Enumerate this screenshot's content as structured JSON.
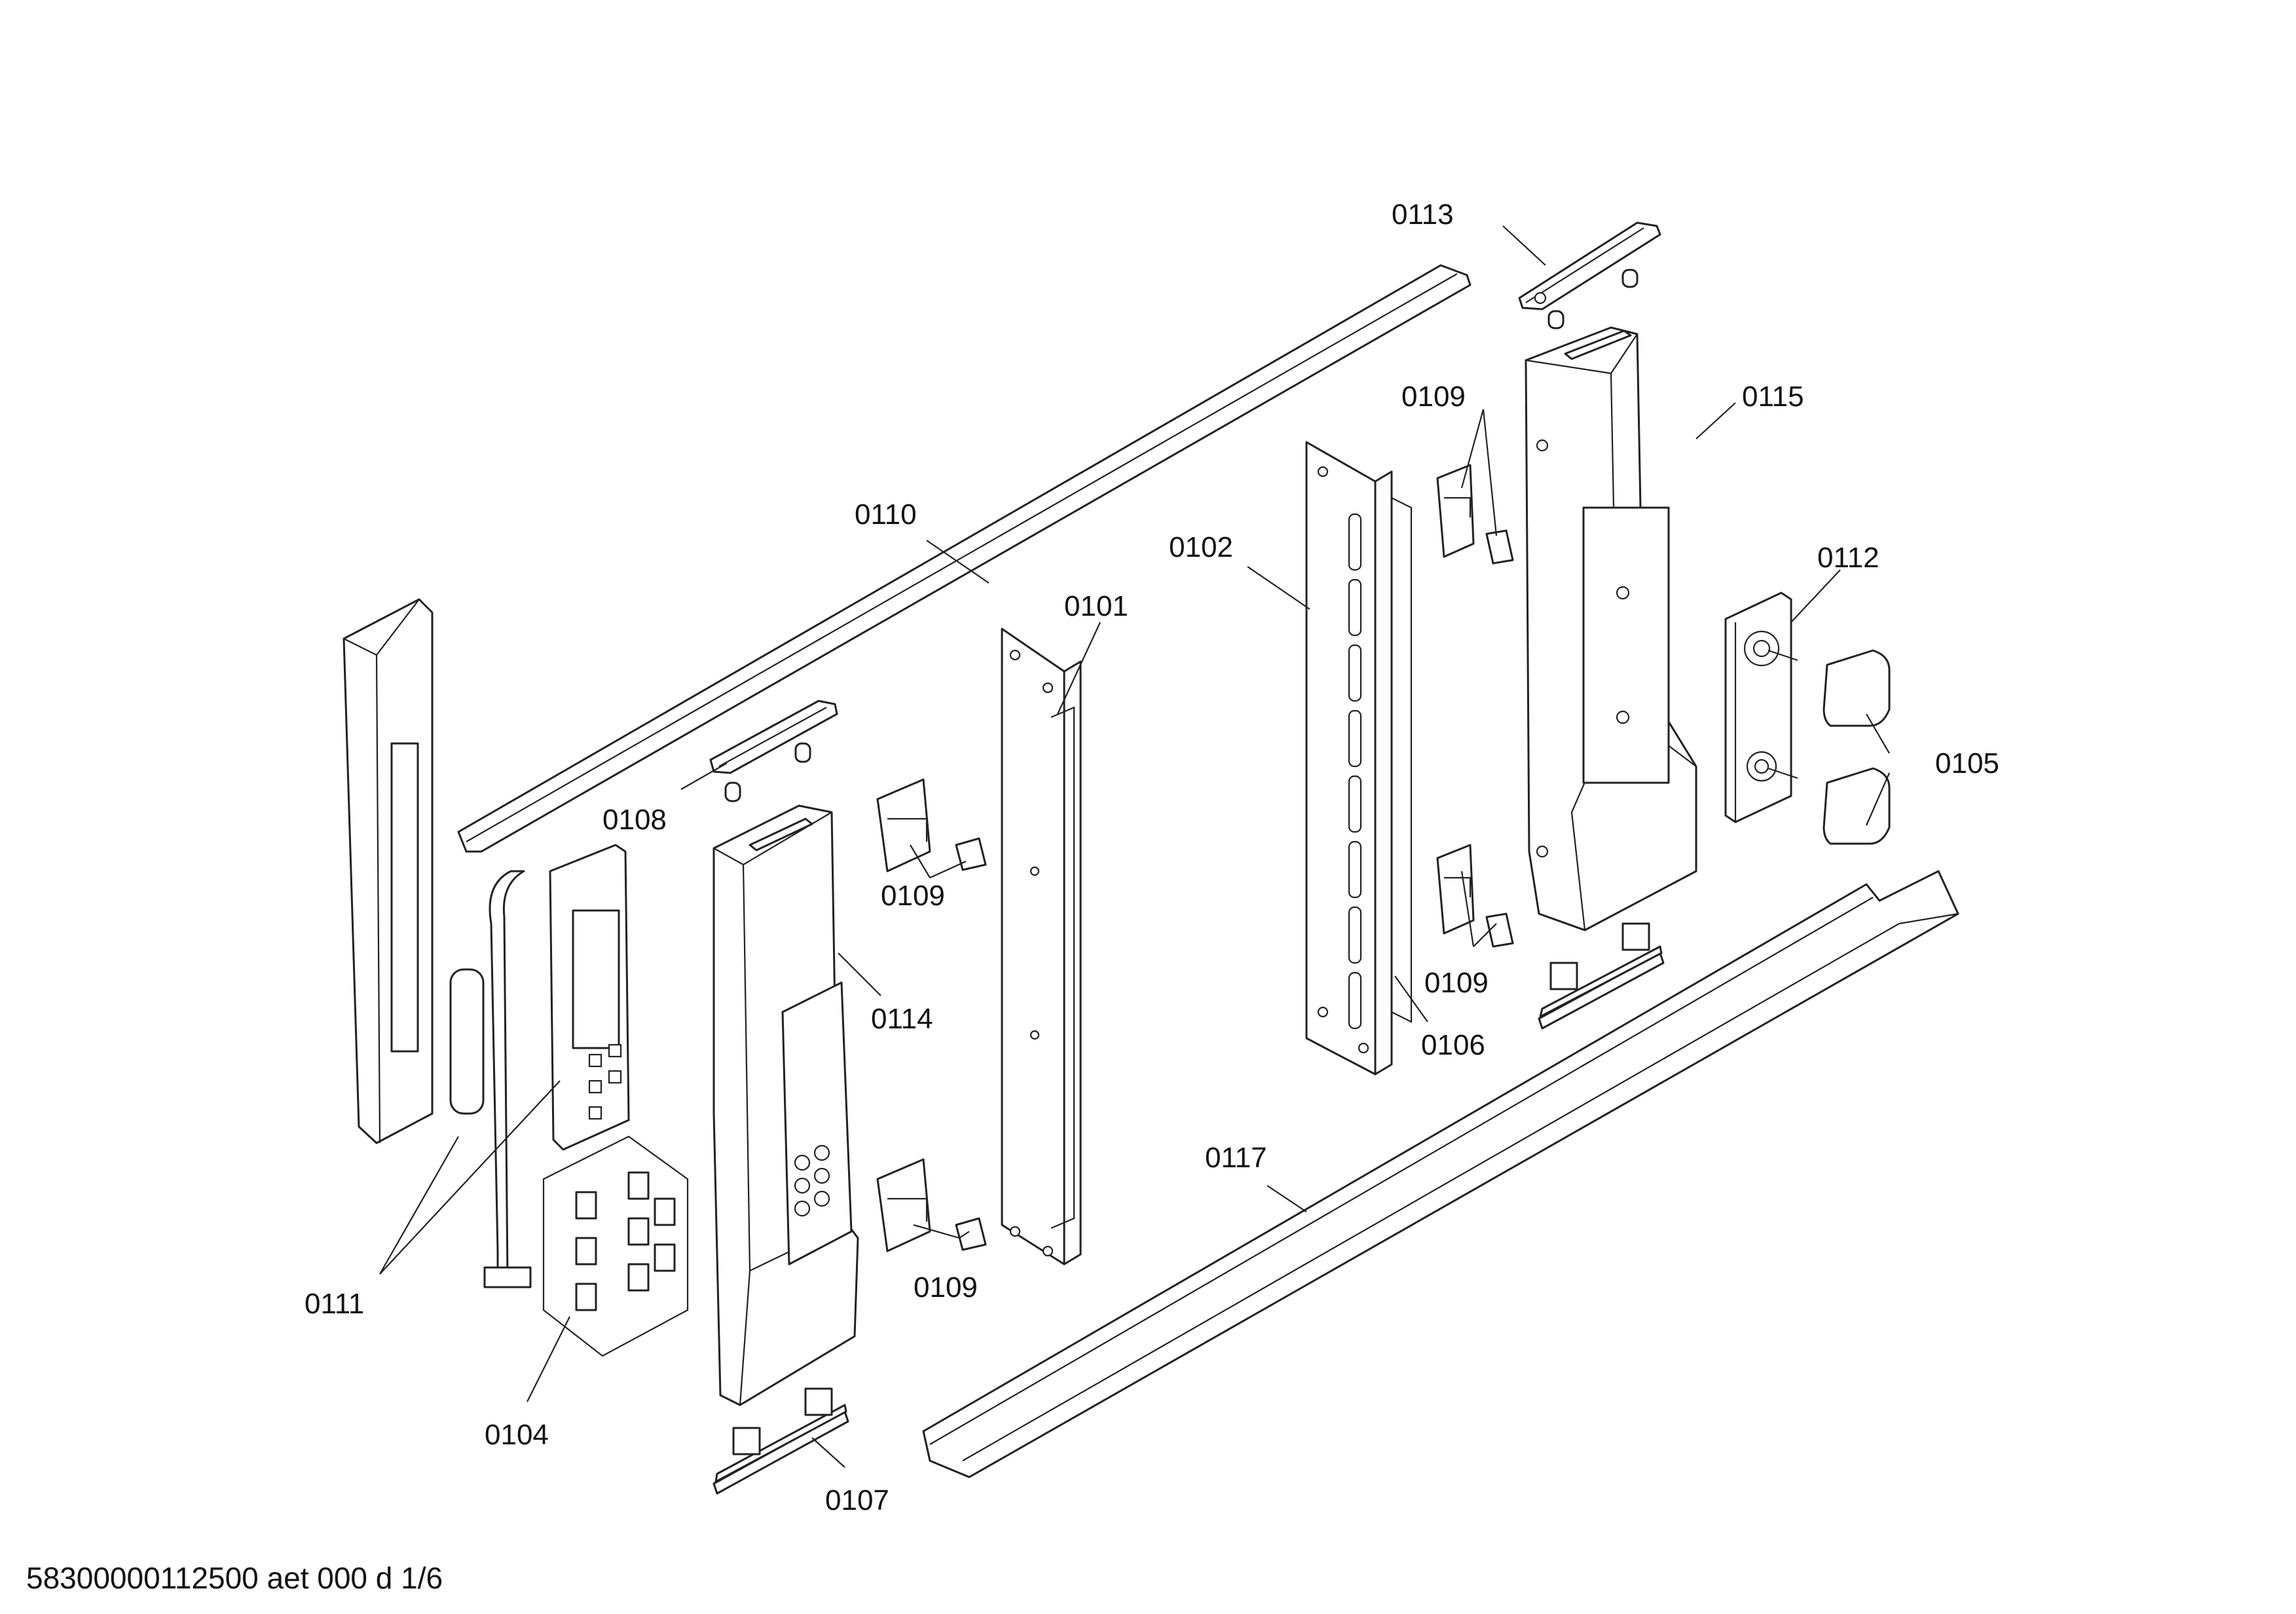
{
  "footer": {
    "text": "58300000112500 aet 000 d 1/6"
  },
  "labels": {
    "l0113": "0113",
    "l0109a": "0109",
    "l0115": "0115",
    "l0110": "0110",
    "l0102": "0102",
    "l0101": "0101",
    "l0112": "0112",
    "l0105": "0105",
    "l0108": "0108",
    "l0109b": "0109",
    "l0114": "0114",
    "l0109c": "0109",
    "l0106": "0106",
    "l0117": "0117",
    "l0109d": "0109",
    "l0111": "0111",
    "l0104": "0104",
    "l0107": "0107"
  },
  "colors": {
    "line": "#222222",
    "background": "#ffffff"
  }
}
